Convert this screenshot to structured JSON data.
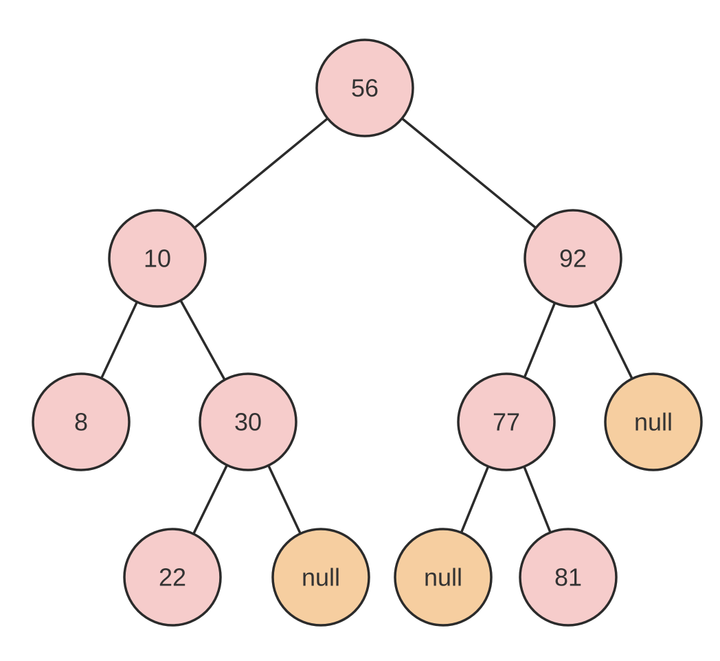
{
  "colors": {
    "value_node_fill": "#f6cccb",
    "null_node_fill": "#f6cea0",
    "stroke": "#2b2b2b",
    "text": "#333333",
    "background": "#ffffff"
  },
  "tree": {
    "nodes": [
      {
        "id": "n56",
        "label": "56",
        "kind": "value"
      },
      {
        "id": "n10",
        "label": "10",
        "kind": "value"
      },
      {
        "id": "n92",
        "label": "92",
        "kind": "value"
      },
      {
        "id": "n8",
        "label": "8",
        "kind": "value"
      },
      {
        "id": "n30",
        "label": "30",
        "kind": "value"
      },
      {
        "id": "n77",
        "label": "77",
        "kind": "value"
      },
      {
        "id": "null1",
        "label": "null",
        "kind": "null"
      },
      {
        "id": "n22",
        "label": "22",
        "kind": "value"
      },
      {
        "id": "null2",
        "label": "null",
        "kind": "null"
      },
      {
        "id": "null3",
        "label": "null",
        "kind": "null"
      },
      {
        "id": "n81",
        "label": "81",
        "kind": "value"
      }
    ],
    "edges": [
      {
        "from": "n56",
        "to": "n10"
      },
      {
        "from": "n56",
        "to": "n92"
      },
      {
        "from": "n10",
        "to": "n8"
      },
      {
        "from": "n10",
        "to": "n30"
      },
      {
        "from": "n92",
        "to": "n77"
      },
      {
        "from": "n92",
        "to": "null1"
      },
      {
        "from": "n30",
        "to": "n22"
      },
      {
        "from": "n30",
        "to": "null2"
      },
      {
        "from": "n77",
        "to": "null3"
      },
      {
        "from": "n77",
        "to": "n81"
      }
    ]
  }
}
